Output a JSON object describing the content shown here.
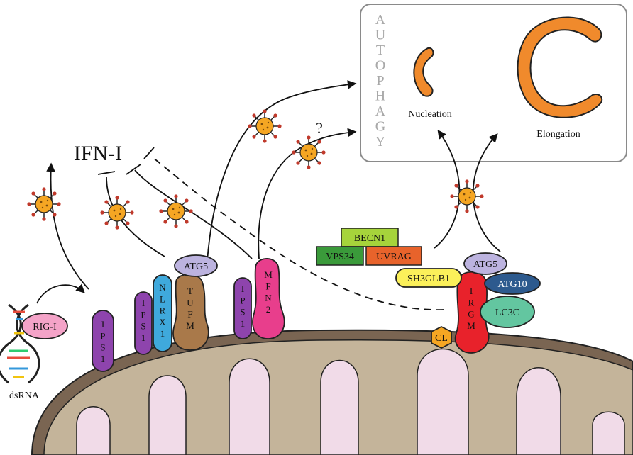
{
  "labels": {
    "autophagy": "AUTOPHAGY",
    "nucleation": "Nucleation",
    "elongation": "Elongation",
    "ifn": "IFN-I",
    "question": "?",
    "dsrna": "dsRNA",
    "rig1": "RIG-I",
    "ips1": "IPS1",
    "nlrx1": "NLRX1",
    "tufm": "TUFM",
    "atg5": "ATG5",
    "mfn2": "MFN2",
    "becn1": "BECN1",
    "vps34": "VPS34",
    "uvrag": "UVRAG",
    "sh3glb1": "SH3GLB1",
    "irgm": "IRGM",
    "atg10": "ATG10",
    "lc3c": "LC3C",
    "cl": "CL"
  },
  "colors": {
    "virus": "#f5a623",
    "virus_spike": "#c0392b",
    "mito_outer": "#7a6552",
    "mito_matrix": "#c4b49a",
    "cristae": "#f1dbe8",
    "ips1": "#8e44ad",
    "nlrx1": "#3fa9dc",
    "tufm": "#a9794a",
    "atg5": "#bcb3df",
    "mfn2": "#e83e8c",
    "becn1": "#a6d43b",
    "vps34": "#3a9a3a",
    "uvrag": "#e8632b",
    "sh3glb1": "#fbf05a",
    "irgm": "#e8222b",
    "atg10": "#2d5a8e",
    "lc3c": "#63c6a0",
    "cl": "#f5a623",
    "rig1": "#f4a3c8",
    "phagophore": "#f08a2c"
  }
}
